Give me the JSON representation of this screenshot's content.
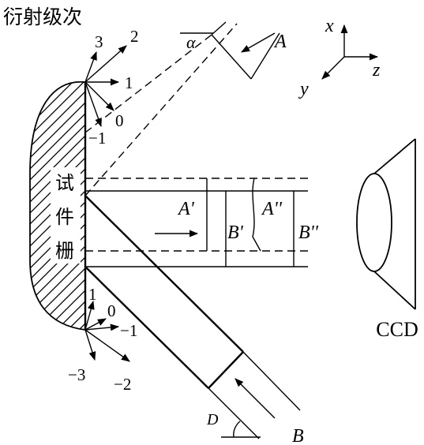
{
  "title": "衍射级次",
  "grating_label": [
    "试",
    "件",
    "栅"
  ],
  "upper_orders": [
    "3",
    "2",
    "1",
    "0",
    "−1"
  ],
  "lower_orders": [
    "1",
    "0",
    "−1",
    "−2",
    "−3"
  ],
  "beams": {
    "A": "A",
    "B": "B",
    "A_prime": "A'",
    "A_double": "A''",
    "B_prime": "B'",
    "B_double": "B''"
  },
  "angles": {
    "alpha": "α",
    "D": "D"
  },
  "axes": {
    "x": "x",
    "y": "y",
    "z": "z"
  },
  "detector": "CCD"
}
